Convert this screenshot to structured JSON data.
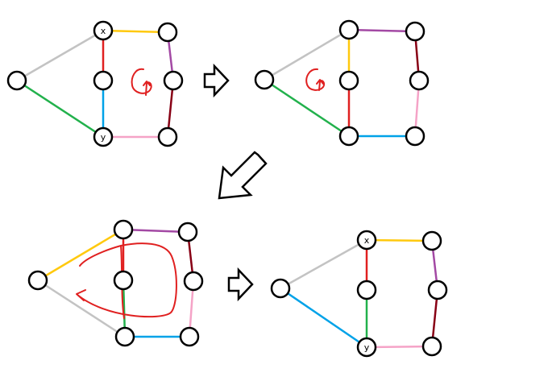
{
  "colors": {
    "gray": "#c3c3c3",
    "red": "#e02020",
    "gold": "#ffc90e",
    "purple": "#a349a4",
    "darkred": "#880015",
    "blue": "#00a2e8",
    "green": "#22b14c",
    "pink": "#f5a3c7",
    "annotation": "#e02020"
  },
  "labels": {
    "x": "x",
    "y": "y"
  },
  "panels": [
    {
      "name": "panel-1",
      "edges": [
        {
          "from": "left",
          "to": "x",
          "color": "gray"
        },
        {
          "from": "x",
          "to": "midtop",
          "color": "red"
        },
        {
          "from": "midtop",
          "to": "y",
          "color": "blue"
        },
        {
          "from": "left",
          "to": "y",
          "color": "green"
        },
        {
          "from": "x",
          "to": "tr",
          "color": "gold"
        },
        {
          "from": "tr",
          "to": "mr",
          "color": "purple"
        },
        {
          "from": "mr",
          "to": "br",
          "color": "darkred"
        },
        {
          "from": "y",
          "to": "br",
          "color": "pink"
        }
      ],
      "labeled": {
        "x": "x",
        "y": "y"
      }
    },
    {
      "name": "panel-2",
      "edges": [
        {
          "from": "left",
          "to": "x",
          "color": "gray"
        },
        {
          "from": "x",
          "to": "midtop",
          "color": "gold"
        },
        {
          "from": "midtop",
          "to": "y",
          "color": "red"
        },
        {
          "from": "left",
          "to": "y",
          "color": "green"
        },
        {
          "from": "x",
          "to": "tr",
          "color": "purple"
        },
        {
          "from": "tr",
          "to": "mr",
          "color": "darkred"
        },
        {
          "from": "mr",
          "to": "br",
          "color": "pink"
        },
        {
          "from": "y",
          "to": "br",
          "color": "blue"
        }
      ],
      "labeled": {}
    },
    {
      "name": "panel-3",
      "edges": [
        {
          "from": "left",
          "to": "x",
          "color": "gold"
        },
        {
          "from": "x",
          "to": "midtop",
          "color": "red"
        },
        {
          "from": "midtop",
          "to": "y",
          "color": "green"
        },
        {
          "from": "left",
          "to": "y",
          "color": "gray"
        },
        {
          "from": "x",
          "to": "tr",
          "color": "purple"
        },
        {
          "from": "tr",
          "to": "mr",
          "color": "darkred"
        },
        {
          "from": "mr",
          "to": "br",
          "color": "pink"
        },
        {
          "from": "y",
          "to": "br",
          "color": "blue"
        }
      ],
      "labeled": {}
    },
    {
      "name": "panel-4",
      "edges": [
        {
          "from": "left",
          "to": "x",
          "color": "gray"
        },
        {
          "from": "x",
          "to": "midtop",
          "color": "red"
        },
        {
          "from": "midtop",
          "to": "y",
          "color": "green"
        },
        {
          "from": "left",
          "to": "y",
          "color": "blue"
        },
        {
          "from": "x",
          "to": "tr",
          "color": "gold"
        },
        {
          "from": "tr",
          "to": "mr",
          "color": "purple"
        },
        {
          "from": "mr",
          "to": "br",
          "color": "darkred"
        },
        {
          "from": "y",
          "to": "br",
          "color": "pink"
        }
      ],
      "labeled": {
        "x": "x",
        "y": "y"
      }
    }
  ]
}
